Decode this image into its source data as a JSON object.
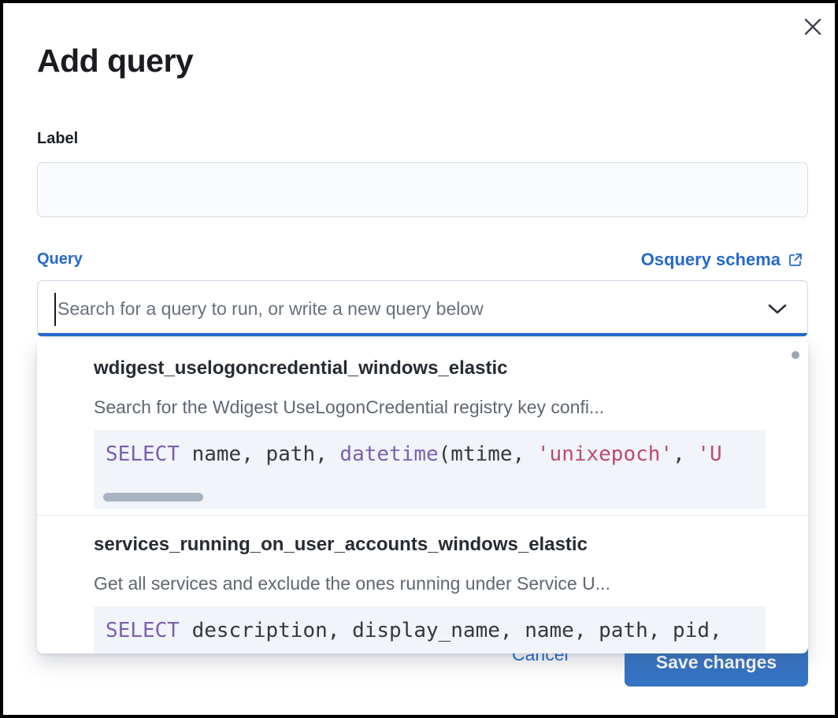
{
  "modal": {
    "title": "Add query"
  },
  "label_field": {
    "label": "Label",
    "value": "",
    "placeholder": ""
  },
  "query_field": {
    "label": "Query",
    "schema_link_label": "Osquery schema",
    "placeholder": "Search for a query to run, or write a new query below"
  },
  "dropdown": {
    "options": [
      {
        "title": "wdigest_uselogoncredential_windows_elastic",
        "description": "Search for the Wdigest UseLogonCredential registry key confi...",
        "code": [
          {
            "t": "kw",
            "v": "SELECT"
          },
          {
            "t": "pl",
            "v": " name, path, "
          },
          {
            "t": "kw",
            "v": "datetime"
          },
          {
            "t": "pl",
            "v": "(mtime, "
          },
          {
            "t": "str",
            "v": "'unixepoch'"
          },
          {
            "t": "pl",
            "v": ", "
          },
          {
            "t": "str",
            "v": "'U"
          }
        ]
      },
      {
        "title": "services_running_on_user_accounts_windows_elastic",
        "description": "Get all services and exclude the ones running under Service U...",
        "code": [
          {
            "t": "kw",
            "v": "SELECT"
          },
          {
            "t": "pl",
            "v": " description, display_name, name, path, pid,"
          }
        ]
      }
    ]
  },
  "footer": {
    "cancel_label": "Cancel",
    "save_label": "Save changes"
  },
  "icons": {
    "close": "close-icon",
    "chevron": "chevron-down-icon",
    "external": "external-link-icon"
  },
  "colors": {
    "primary_blue": "#2569cd",
    "button_blue": "#3574c4",
    "title_text": "#1a1c21",
    "muted_text": "#5f6673",
    "code_bg": "#f1f4f9",
    "code_keyword": "#7b5fb0",
    "code_string": "#bd4a73",
    "border": "#cfd7e4"
  }
}
